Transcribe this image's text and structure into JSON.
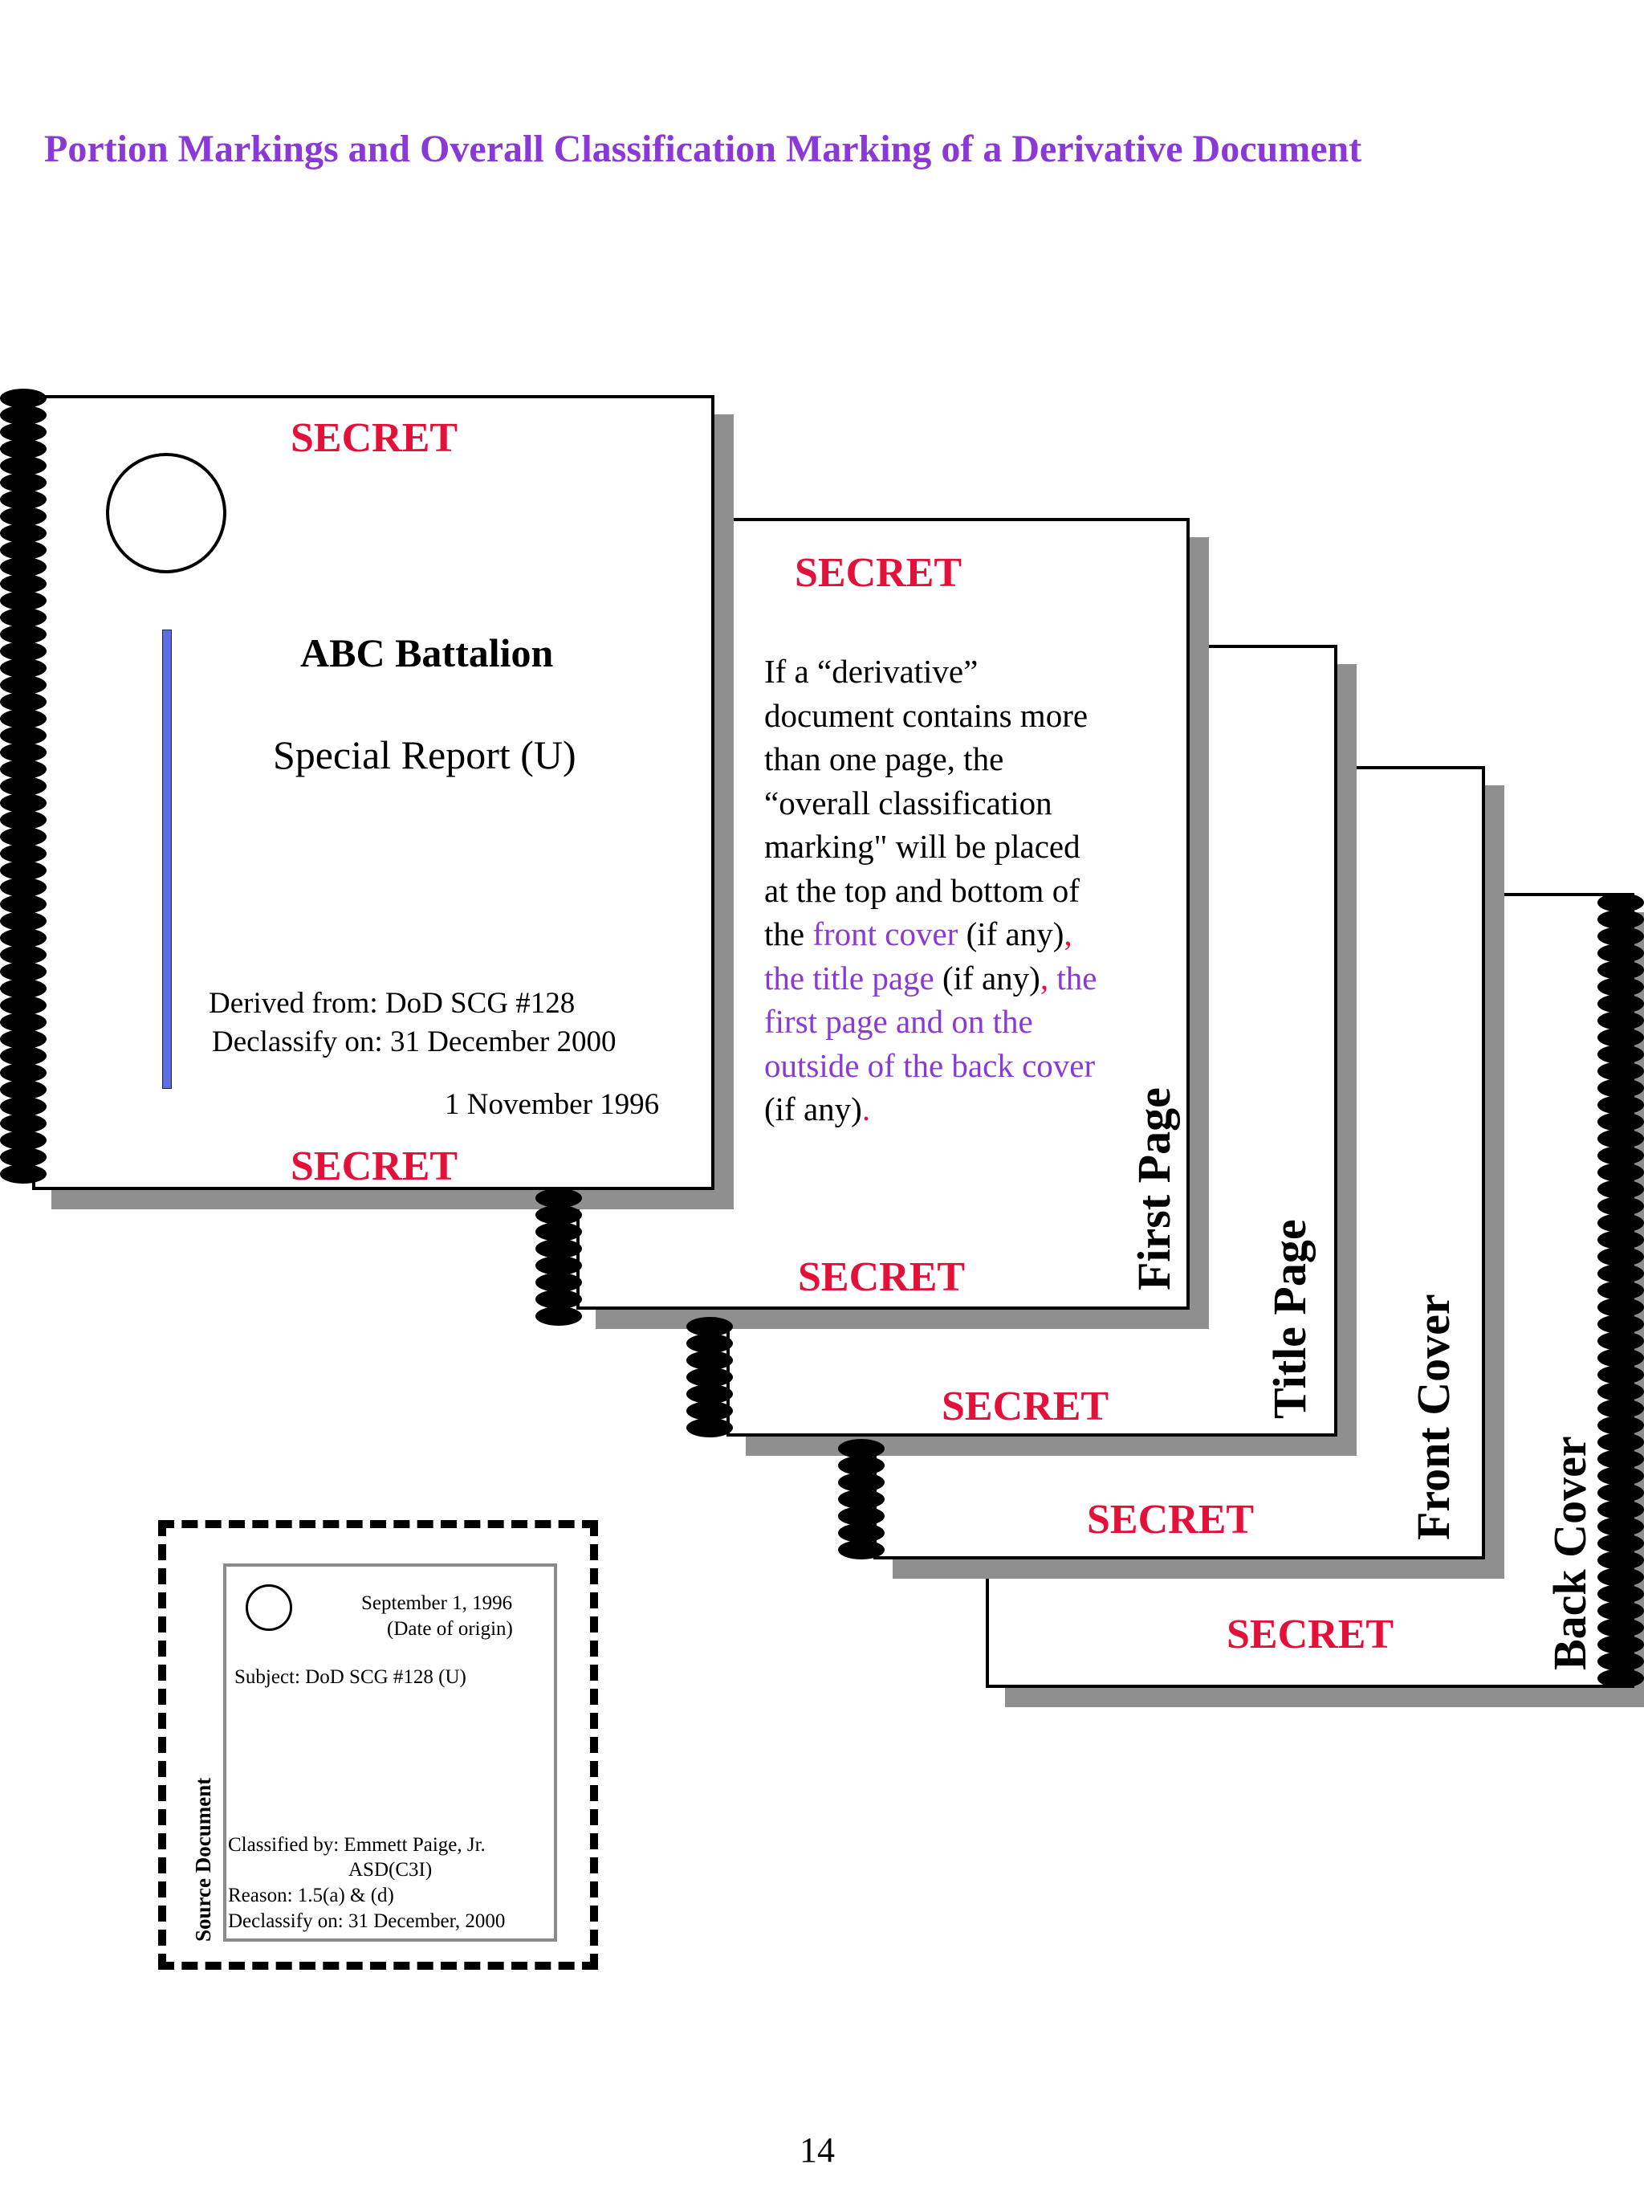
{
  "title": "Portion Markings and Overall Classification Marking of a Derivative Document",
  "cover": {
    "marking_top": "SECRET",
    "marking_bottom": "SECRET",
    "unit": "ABC Battalion",
    "report": "Special Report (U)",
    "derived_from": "Derived from:  DoD SCG #128",
    "declassify_on": "Declassify on:  31 December 2000",
    "date": "1 November 1996"
  },
  "first_page": {
    "marking_top": "SECRET",
    "marking_bottom": "SECRET",
    "label": "First Page",
    "text": {
      "l1": "If a “derivative”",
      "l2": "document contains more",
      "l3": "than one page, the",
      "l4": "“overall classification",
      "l5": "marking\" will be placed",
      "l6": "at the top and bottom of",
      "l7a": "the ",
      "l7b": "front cover",
      "l7c": " (if any)",
      "l7d": ",",
      "l8a": "the title page",
      "l8b": " (if any)",
      "l8c": ",",
      "l8d": " the",
      "l9": "first page and on the",
      "l10": "outside of the back cover",
      "l11a": "(if any)",
      "l11b": "."
    }
  },
  "title_page": {
    "marking": "SECRET",
    "label": "Title Page"
  },
  "front_cover": {
    "marking": "SECRET",
    "label": "Front Cover"
  },
  "back_cover": {
    "marking": "SECRET",
    "label": "Back Cover"
  },
  "source_document": {
    "label": "Source Document",
    "date": "September 1, 1996",
    "date_note": "(Date of origin)",
    "subject": "Subject:  DoD SCG #128 (U)",
    "classified_by": "Classified by: Emmett Paige, Jr.",
    "office": "ASD(C3I)",
    "reason": "Reason:  1.5(a) & (d)",
    "declassify": "Declassify on:  31 December, 2000"
  },
  "page_number": "14"
}
